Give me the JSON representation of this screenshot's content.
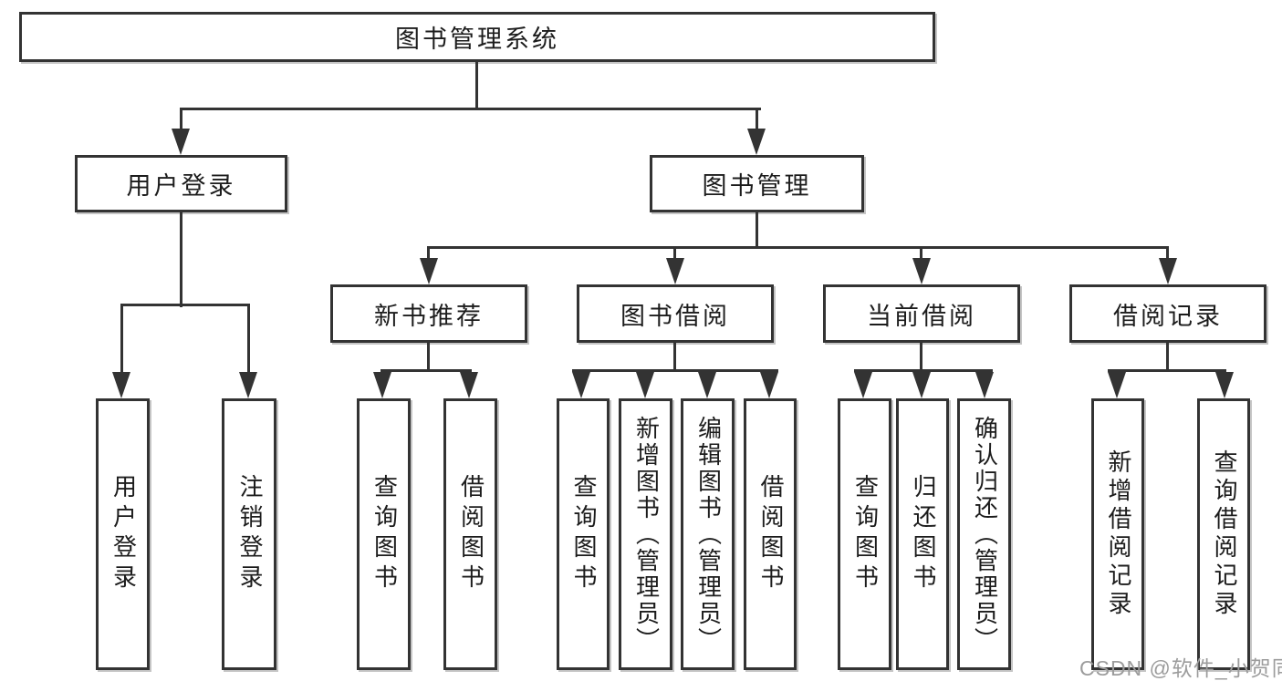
{
  "nodes": {
    "root": "图书管理系统",
    "user_login": "用户登录",
    "book_mgmt": "图书管理",
    "new_books": "新书推荐",
    "book_borrow": "图书借阅",
    "current_borrow": "当前借阅",
    "borrow_records": "借阅记录",
    "leaves": {
      "user_login": [
        "用户登录",
        "注销登录"
      ],
      "new_books": [
        "查询图书",
        "借阅图书"
      ],
      "book_borrow": [
        "查询图书",
        "新增图书（管理员）",
        "编辑图书（管理员）",
        "借阅图书"
      ],
      "current_borrow": [
        "查询图书",
        "归还图书",
        "确认归还（管理员）"
      ],
      "borrow_records": [
        "新增借阅记录",
        "查询借阅记录"
      ]
    }
  },
  "watermark": "CSDN @软件_小贺同学",
  "colors": {
    "line": "#333333",
    "text": "#1c1c1c",
    "watermark": "#9c9c9c",
    "background": "#ffffff"
  }
}
